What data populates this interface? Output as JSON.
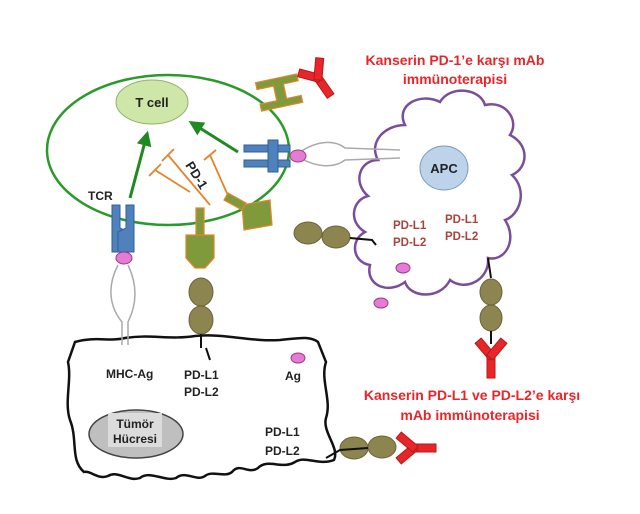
{
  "labels": {
    "t_cell": "T cell",
    "apc": "APC",
    "tcr": "TCR",
    "pd1": "PD-1",
    "mhc_ag": "MHC-Ag",
    "ag": "Ag",
    "tumor_line1": "Tümör",
    "tumor_line2": "Hücresi",
    "tumor_pdl1_top": "PD-L1",
    "tumor_pdl2_top": "PD-L2",
    "tumor_pdl1_bottom": "PD-L1",
    "tumor_pdl2_bottom": "PD-L2",
    "apc_pdl1_left": "PD-L1",
    "apc_pdl2_left": "PD-L2",
    "apc_pdl1_right": "PD-L1",
    "apc_pdl2_right": "PD-L2"
  },
  "annotations": {
    "anti_pd1_line1": "Kanserin PD-1’e karşı mAb",
    "anti_pd1_line2": "immünoterapisi",
    "anti_pdl_line1": "Kanserin PD-L1 ve PD-L2’e karşı",
    "anti_pdl_line2": "mAb immünoterapisi"
  },
  "colors": {
    "tcell_outline": "#2a9a2a",
    "tcell_nucleus": "#cfe6a9",
    "apc_outline": "#7a4e9a",
    "apc_nucleus": "#bcd3ea",
    "tcr_receptor": "#4f81bd",
    "pd1_receptor": "#7f9a3a",
    "pd_ligand": "#8c8550",
    "antibody": "#e8262a",
    "antigen": "#e57bd4",
    "inhibition": "#e8832a",
    "tumor_nucleus": "#bfbfbf",
    "annotation_text": "#e8262a"
  }
}
